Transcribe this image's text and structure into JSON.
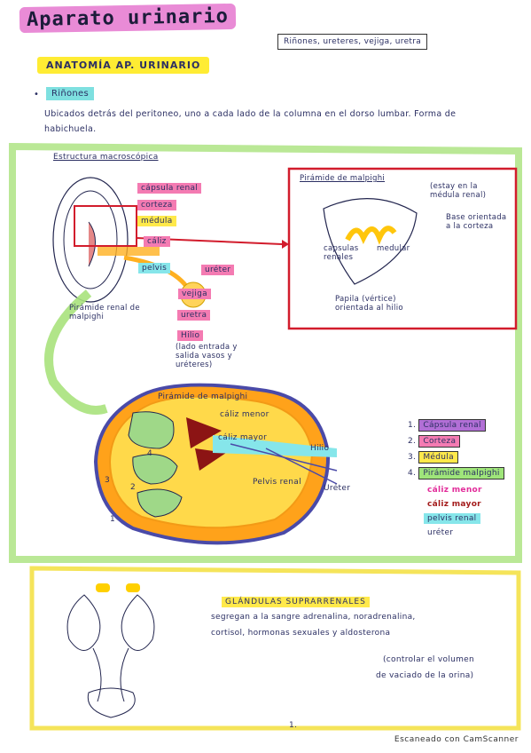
{
  "page": {
    "title": "Aparato urinario",
    "subtitle": "Riñones, ureteres, vejiga, uretra",
    "section": "ANATOMÍA AP. URINARIO",
    "rinones_heading": "Riñones",
    "rinones_desc": "Ubicados detrás del peritoneo, uno a cada lado de la columna en el dorso lumbar. Forma de habichuela.",
    "macro_heading": "Estructura macroscópica",
    "labels_top": {
      "capsula": "cápsula renal",
      "corteza": "corteza",
      "medula": "médula",
      "caliz": "cáliz",
      "pelvis": "pelvis",
      "ureter": "uréter",
      "vejiga": "vejiga",
      "uretra": "uretra",
      "hilio": "Hilio",
      "hilio_desc": "(lado entrada y salida vasos y uréteres)",
      "piramide": "Pirámide renal de malpighi"
    },
    "malpighi_box": {
      "title": "Pirámide de malpighi",
      "note1": "(estay en la médula renal)",
      "base": "Base orientada a la corteza",
      "medular": "medular",
      "capsulas": "capsulas renales",
      "papila": "Papila (vértice) orientada al hilio"
    },
    "big_diagram": {
      "piramide": "Pirámide de malpighi",
      "caliz_menor": "cáliz menor",
      "caliz_mayor": "cáliz mayor",
      "hilio": "Hilio",
      "pelvis": "Pelvis renal",
      "ureter": "Uréter",
      "n1": "1",
      "n2": "2",
      "n3": "3",
      "n4": "4"
    },
    "legend": [
      {
        "num": "1.",
        "text": "Cápsula renal",
        "color": "#b26fd6"
      },
      {
        "num": "2.",
        "text": "Corteza",
        "color": "#f47bb2"
      },
      {
        "num": "3.",
        "text": "Médula",
        "color": "#ffe94a"
      },
      {
        "num": "4.",
        "text": "Pirámide malpighi",
        "color": "#9fe57a"
      }
    ],
    "legend_extra": [
      {
        "text": "cáliz menor",
        "color": "#e22c9a"
      },
      {
        "text": "cáliz mayor",
        "color": "#a31b1b"
      },
      {
        "text": "pelvis renal",
        "color": "#86e6ea"
      },
      {
        "text": "uréter",
        "color": "#ffffff"
      }
    ],
    "glandulas": {
      "heading": "GLÁNDULAS SUPRARRENALES",
      "line1": "segregan a la sangre adrenalina, noradrenalina,",
      "line2": "cortisol, hormonas sexuales y aldosterona",
      "line3": "(controlar el volumen",
      "line4": "de vaciado de la orina)"
    },
    "page_number": "1.",
    "scanner": "Escaneado con CamScanner"
  }
}
